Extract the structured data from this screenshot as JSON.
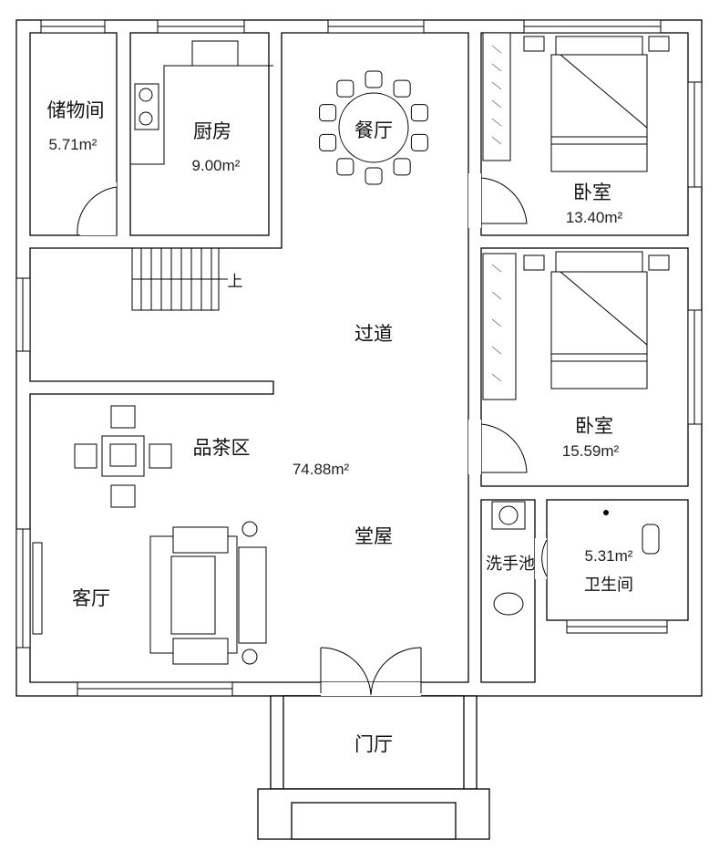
{
  "plan": {
    "rooms": {
      "storage": {
        "name": "储物间",
        "area": "5.71m²"
      },
      "kitchen": {
        "name": "厨房",
        "area": "9.00m²"
      },
      "dining": {
        "name": "餐厅"
      },
      "bedroom1": {
        "name": "卧室",
        "area": "13.40m²"
      },
      "corridor": {
        "name": "过道"
      },
      "stairs": {
        "name": "上"
      },
      "bedroom2": {
        "name": "卧室",
        "area": "15.59m²"
      },
      "tea": {
        "name": "品茶区"
      },
      "hall": {
        "name": "堂屋",
        "area": "74.88m²"
      },
      "living": {
        "name": "客厅"
      },
      "washbasin": {
        "name": "洗手池"
      },
      "bathroom": {
        "name": "卫生间",
        "area": "5.31m²"
      },
      "foyer": {
        "name": "门厅"
      }
    }
  }
}
